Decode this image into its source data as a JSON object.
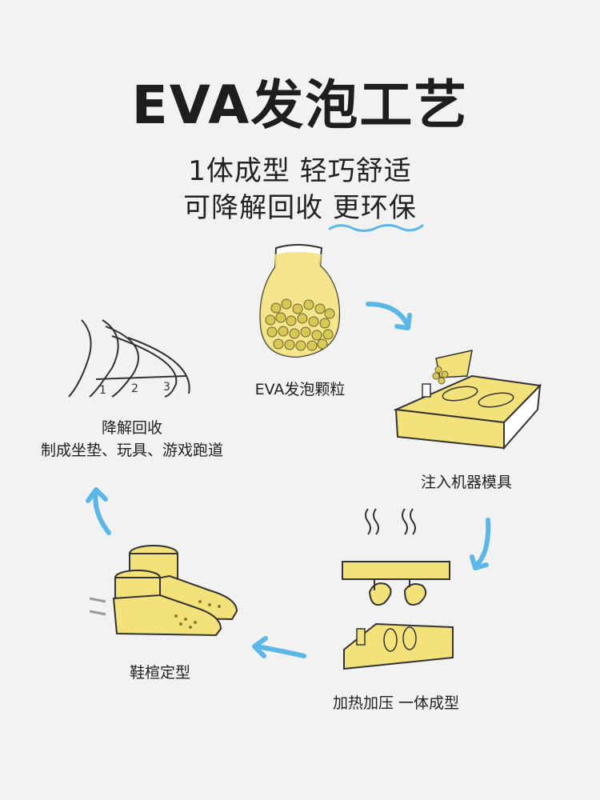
{
  "title": "EVA发泡工艺",
  "subtitle": {
    "line1": "1体成型  轻巧舒适",
    "line2_plain": "可降解回收 ",
    "line2_highlight": "更环保"
  },
  "steps": [
    {
      "label": "EVA发泡颗粒"
    },
    {
      "label": "注入机器模具"
    },
    {
      "label": "加热加压 一体成型"
    },
    {
      "label": "鞋楦定型"
    },
    {
      "label_line1": "降解回收",
      "label_line2": "制成坐垫、玩具、游戏跑道"
    }
  ],
  "track_numbers": [
    "1",
    "2",
    "3"
  ],
  "colors": {
    "accent_yellow": "#f3e27a",
    "arrow_blue": "#5bb7e8",
    "background": "#f2f2f2"
  },
  "icons": [
    "jar-icon",
    "mold-icon",
    "press-icon",
    "shoe-last-icon",
    "track-icon",
    "cycle-arrow-icon"
  ]
}
